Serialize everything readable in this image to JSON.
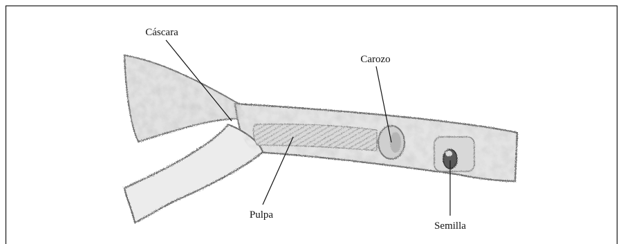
{
  "labels": {
    "cascara": "Cáscara",
    "carozo": "Carozo",
    "pulpa": "Pulpa",
    "semilla": "Semilla"
  },
  "colors": {
    "pod_fill": "#e6e6e6",
    "pod_edge": "#6f6f6f",
    "shadow": "#9a9a9a",
    "pulp": "#c9c9c9",
    "seed_dark": "#555555"
  }
}
